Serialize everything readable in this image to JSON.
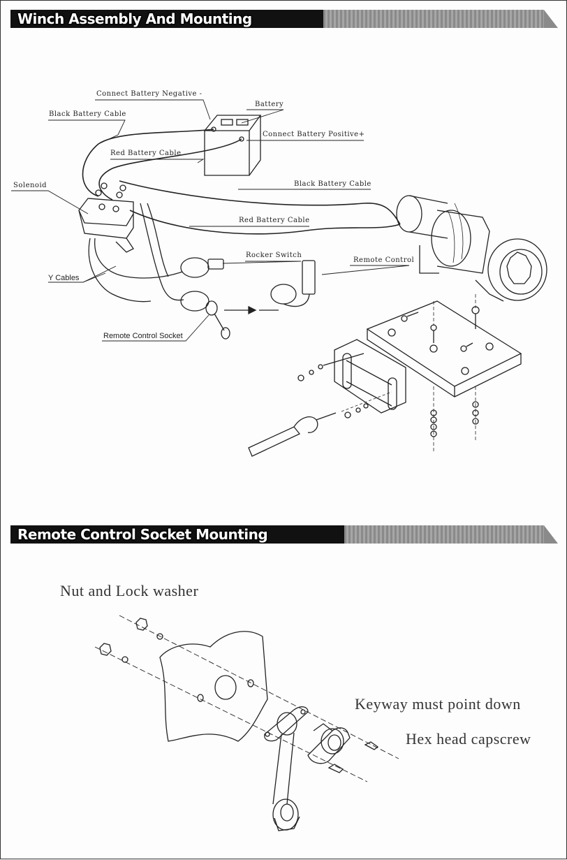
{
  "sections": {
    "winch": {
      "title": "Winch Assembly And Mounting"
    },
    "socket": {
      "title": "Remote Control Socket Mounting"
    }
  },
  "winch_labels": {
    "connect_battery_negative": "Connect Battery Negative -",
    "battery": "Battery",
    "connect_battery_positive": "Connect Battery Positive+",
    "black_battery_cable_1": "Black Battery Cable",
    "red_battery_cable_1": "Red Battery Cable",
    "black_battery_cable_2": "Black Battery Cable",
    "solenoid": "Solenoid",
    "red_battery_cable_2": "Red Battery Cable",
    "rocker_switch": "Rocker Switch",
    "remote_control": "Remote Control",
    "y_cables": "Y Cables",
    "remote_control_socket": "Remote Control Socket"
  },
  "socket_labels": {
    "nut_lock_washer": "Nut and Lock washer",
    "keyway": "Keyway must point down",
    "hex_capscrew": "Hex head capscrew"
  }
}
